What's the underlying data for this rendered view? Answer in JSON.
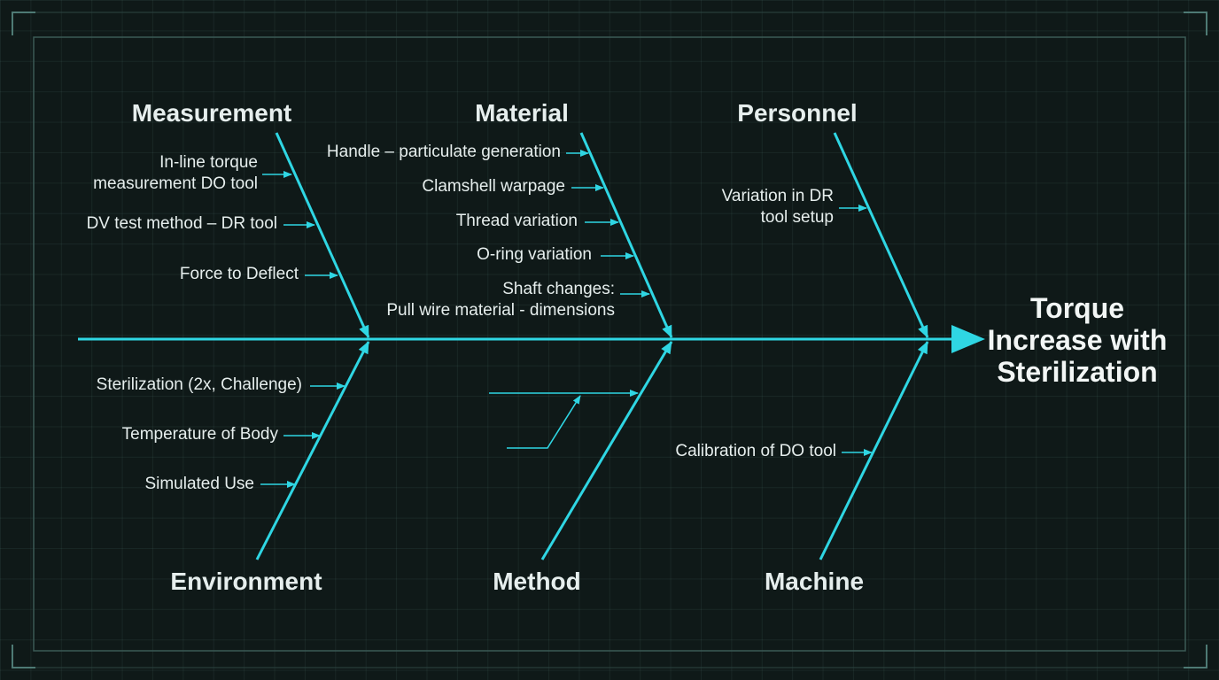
{
  "effect": {
    "lines": [
      "Torque",
      "Increase with",
      "Sterilization"
    ]
  },
  "categories": {
    "measurement": "Measurement",
    "material": "Material",
    "personnel": "Personnel",
    "environment": "Environment",
    "method": "Method",
    "machine": "Machine"
  },
  "causes": {
    "measurement": [
      [
        "In-line torque",
        "measurement DO tool"
      ],
      [
        "DV test method – DR tool"
      ],
      [
        "Force to Deflect"
      ]
    ],
    "material": [
      [
        "Handle – particulate generation"
      ],
      [
        "Clamshell warpage"
      ],
      [
        "Thread variation"
      ],
      [
        "O-ring variation"
      ],
      [
        "Shaft changes:",
        "Pull wire material - dimensions"
      ]
    ],
    "personnel": [
      [
        "Variation in DR",
        "tool setup"
      ]
    ],
    "environment": [
      [
        "Sterilization (2x, Challenge)"
      ],
      [
        "Temperature of Body"
      ],
      [
        "Simulated Use"
      ]
    ],
    "machine": [
      [
        "Calibration of DO tool"
      ]
    ]
  },
  "colors": {
    "accent": "#2fd6e3",
    "text": "#e6eeed",
    "background": "#0e1716"
  }
}
